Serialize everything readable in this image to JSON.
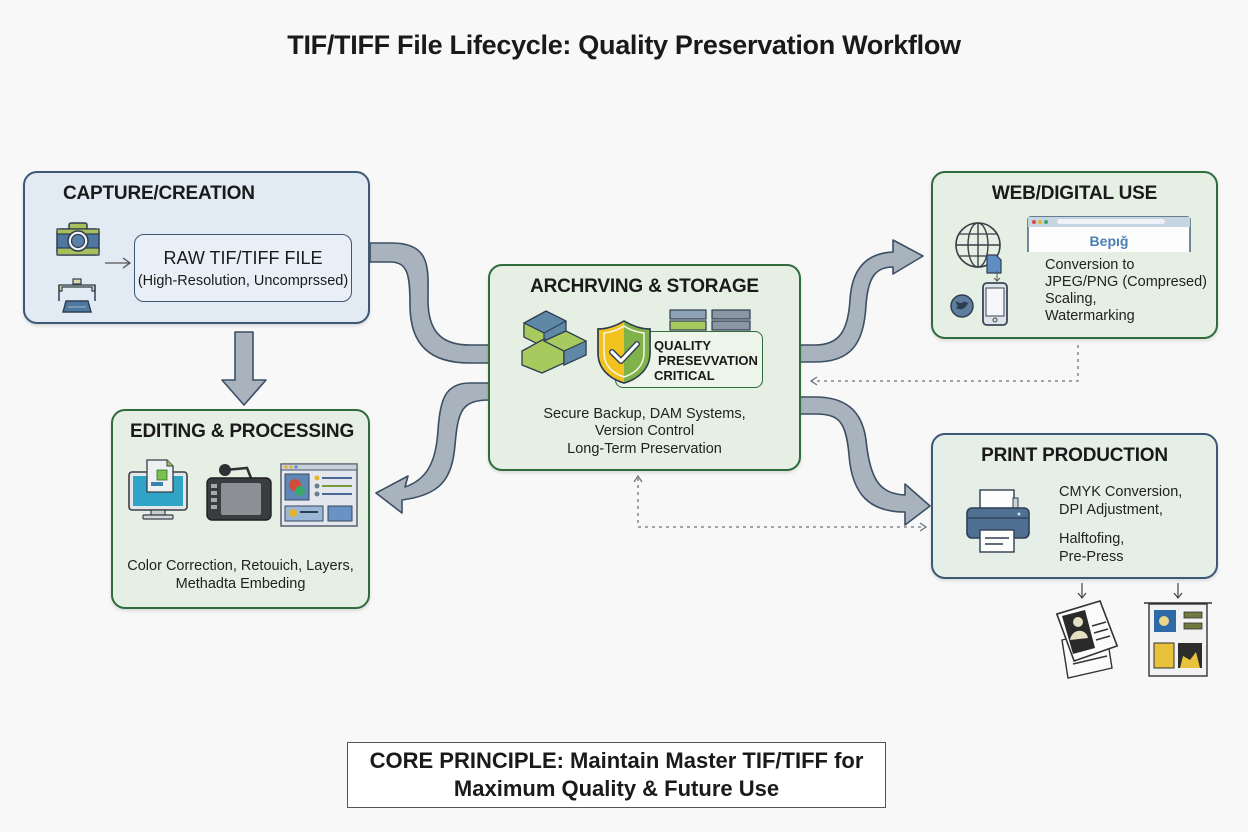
{
  "title": "TIF/TIFF File Lifecycle: Quality Preservation Workflow",
  "capture": {
    "title": "CAPTURE/CREATION",
    "icons": [
      "camera-icon",
      "scanner-icon"
    ],
    "raw_file": {
      "title": "RAW TIF/TIFF FILE",
      "subtitle": "(High-Resolution, Uncomprssed)"
    }
  },
  "editing": {
    "title": "EDITING & PROCESSING",
    "icons": [
      "monitor-icon",
      "drawing-tablet-icon",
      "editor-window-icon"
    ],
    "lines": [
      "Color Correction, Retouich, Layers,",
      "Methadta Embeding"
    ]
  },
  "archiving": {
    "title": "ARCHRVING & STORAGE",
    "icons": [
      "storage-drives-icon",
      "shield-check-icon",
      "server-rack-icon"
    ],
    "badge_lines": [
      "QUALITY",
      "PRESEVVATION",
      "CRITICAL"
    ],
    "lines": [
      "Secure Backup, DAM Systems,",
      "Version Control",
      "Long-Term Preservation"
    ]
  },
  "web": {
    "title": "WEB/DIGITAL USE",
    "icons": [
      "globe-icon",
      "file-download-icon",
      "social-bird-icon",
      "smartphone-icon",
      "browser-window-icon"
    ],
    "browser_text": "Bepıǧ",
    "lines": [
      "Conversion to",
      "JPEG/PNG (Compresed)",
      "Scaling,",
      "Watermarking"
    ]
  },
  "print": {
    "title": "PRINT PRODUCTION",
    "icons": [
      "printer-icon",
      "magazine-icon",
      "poster-icon"
    ],
    "lines_a": [
      "CMYK Conversion,",
      "DPI Adjustment,"
    ],
    "lines_b": [
      "Halftofing,",
      "Pre-Press"
    ]
  },
  "core_principle": [
    "CORE PRINCIPLE: Maintain Master TIF/TIFF for",
    "Maximum Quality & Future Use"
  ],
  "colors": {
    "green_border": "#2f6b3c",
    "blue_border": "#3c5875",
    "arrow_fill": "#a9b3bd",
    "arrow_stroke": "#3c4f63"
  }
}
